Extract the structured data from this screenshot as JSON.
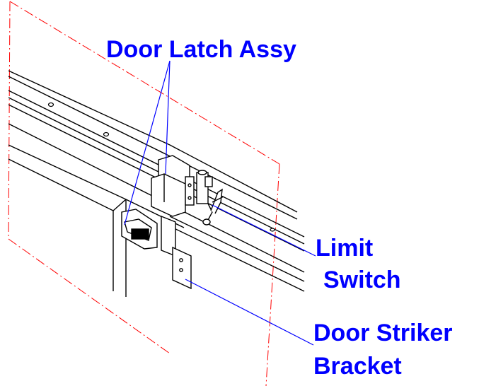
{
  "labels": {
    "door_latch": "Door Latch Assy",
    "limit_switch_line1": "Limit",
    "limit_switch_line2": "Switch",
    "door_striker_line1": "Door Striker",
    "door_striker_line2": "Bracket"
  },
  "colors": {
    "callout_text": "#0000ff",
    "leader_line": "#0000ff",
    "centerline": "#ff0000",
    "drawing_line": "#000000",
    "background": "#ffffff"
  }
}
